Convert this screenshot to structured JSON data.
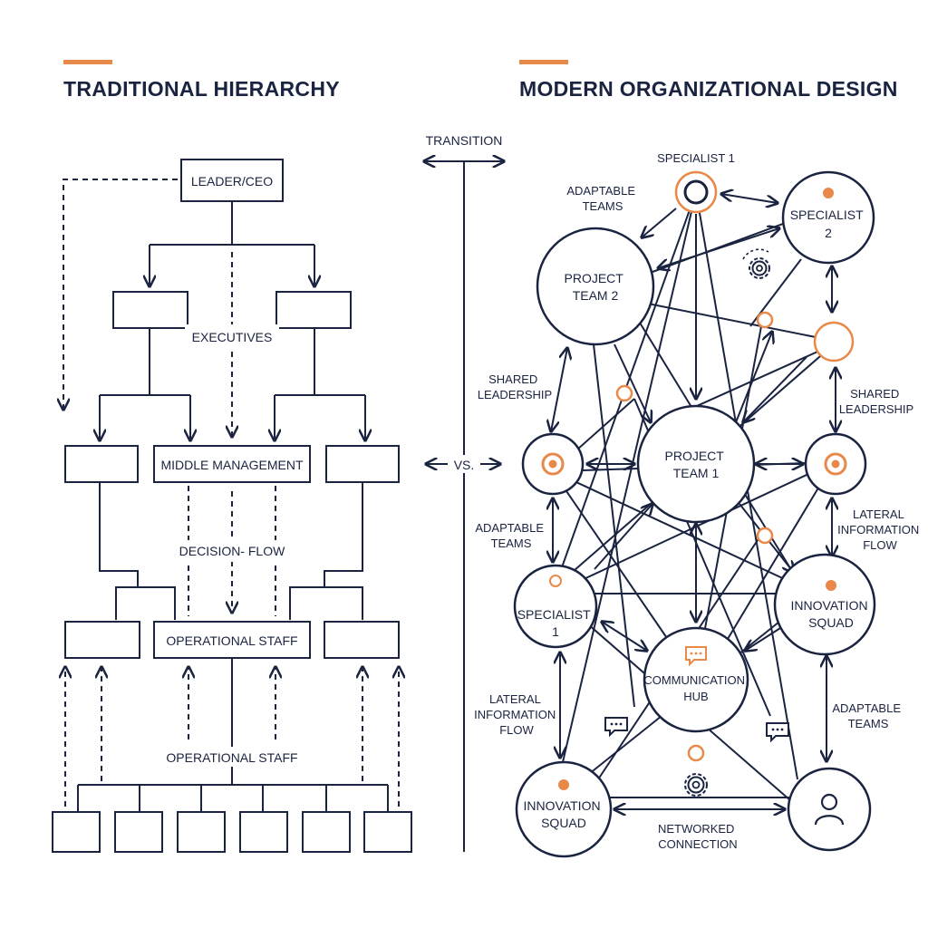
{
  "colors": {
    "navy": "#1a2340",
    "accent": "#e8894a",
    "background": "#ffffff"
  },
  "left": {
    "title": "TRADITIONAL HIERARCHY",
    "leader": "LEADER/CEO",
    "executives": "EXECUTIVES",
    "middle_management": "MIDDLE MANAGEMENT",
    "decision_flow": "DECISION- FLOW",
    "operational_staff_box": "OPERATIONAL STAFF",
    "operational_staff_label": "OPERATIONAL STAFF"
  },
  "divider": {
    "transition": "TRANSITION",
    "vs": "VS."
  },
  "right": {
    "title": "MODERN ORGANIZATIONAL DESIGN",
    "specialist_1_top": "SPECIALIST 1",
    "adaptable_teams_top": [
      "ADAPTABLE",
      "TEAMS"
    ],
    "specialist_2": [
      "SPECIALIST",
      "2"
    ],
    "project_team_2": [
      "PROJECT",
      "TEAM 2"
    ],
    "shared_leadership_left": [
      "SHARED",
      "LEADERSHIP"
    ],
    "shared_leadership_right": [
      "SHARED",
      "LEADERSHIP"
    ],
    "project_team_1": [
      "PROJECT",
      "TEAM 1"
    ],
    "adaptable_teams_left": [
      "ADAPTABLE",
      "TEAMS"
    ],
    "lateral_flow_right": [
      "LATERAL",
      "INFORMATION",
      "FLOW"
    ],
    "specialist_1": [
      "SPECIALIST",
      "1"
    ],
    "innovation_squad_right": [
      "INNOVATION",
      "SQUAD"
    ],
    "communication_hub": [
      "COMMUNICATION",
      "HUB"
    ],
    "lateral_flow_left": [
      "LATERAL",
      "INFORMATION",
      "FLOW"
    ],
    "adaptable_teams_right": [
      "ADAPTABLE",
      "TEAMS"
    ],
    "innovation_squad_bottom": [
      "INNOVATION",
      "SQUAD"
    ],
    "networked_connection": [
      "NETWORKED",
      "CONNECTION"
    ]
  },
  "icons": {
    "gear": "gear-icon",
    "chat": "chat-bubble-icon",
    "person": "person-icon",
    "target": "target-icon"
  }
}
